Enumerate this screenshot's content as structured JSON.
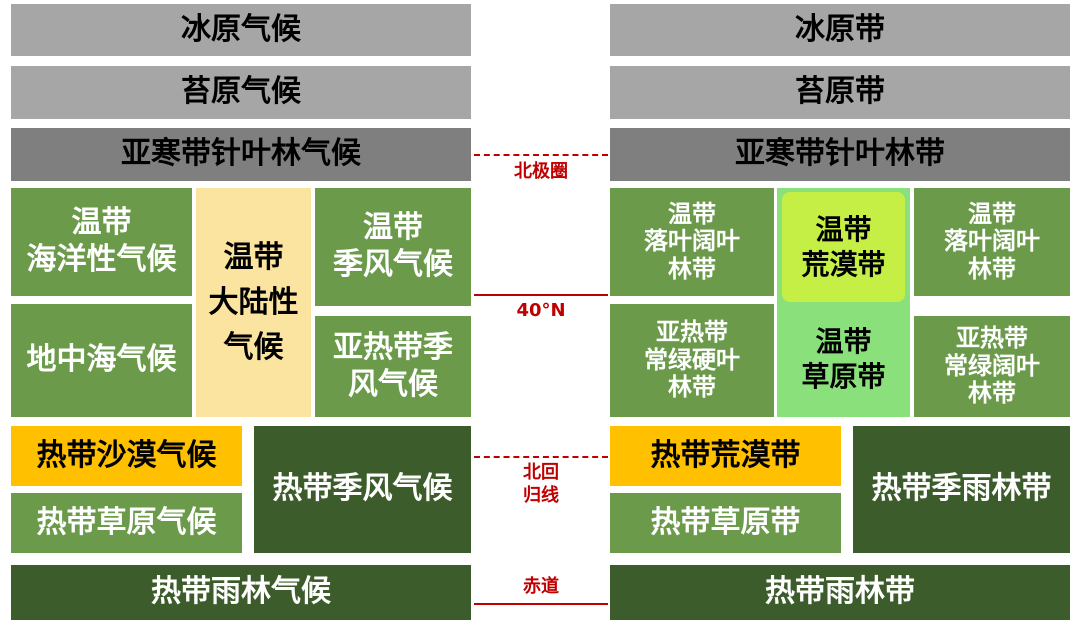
{
  "left": {
    "ice_cap": "冰原气候",
    "tundra": "苔原气候",
    "subarctic": "亚寒带针叶林气候",
    "temperate_maritime": "温带\n海洋性气候",
    "temperate_continental": "温带\n大陆性\n气候",
    "temperate_monsoon": "温带\n季风气候",
    "mediterranean": "地中海气候",
    "subtropical_monsoon": "亚热带季\n风气候",
    "tropical_desert": "热带沙漠气候",
    "tropical_monsoon": "热带季风气候",
    "tropical_savanna": "热带草原气候",
    "tropical_rainforest": "热带雨林气候"
  },
  "right": {
    "ice_cap": "冰原带",
    "tundra": "苔原带",
    "taiga": "亚寒带针叶林带",
    "deciduous_1": "温带\n落叶阔叶\n林带",
    "temperate_desert": "温带\n荒漠带",
    "temperate_steppe": "温带\n草原带",
    "deciduous_2": "温带\n落叶阔叶\n林带",
    "evergreen_hard": "亚热带\n常绿硬叶\n林带",
    "evergreen_broad": "亚热带\n常绿阔叶\n林带",
    "tropical_desert": "热带荒漠带",
    "tropical_monsoon_forest": "热带季雨林带",
    "tropical_grassland": "热带草原带",
    "tropical_rainforest": "热带雨林带"
  },
  "lines": {
    "arctic_circle": "北极圈",
    "lat40": "40°N",
    "tropic_of_cancer": "北回\n归线",
    "equator": "赤道"
  },
  "colors": {
    "gray_light": "#a6a6a6",
    "gray_dark": "#7f7f7f",
    "green_medium": "#6a9a4a",
    "green_dark": "#3d5c2b",
    "yellow_pale": "#fbe3a0",
    "yellow_orange": "#ffc000",
    "lime": "#c6ef45",
    "light_green": "#8ae07a",
    "line_red": "#c00000"
  }
}
